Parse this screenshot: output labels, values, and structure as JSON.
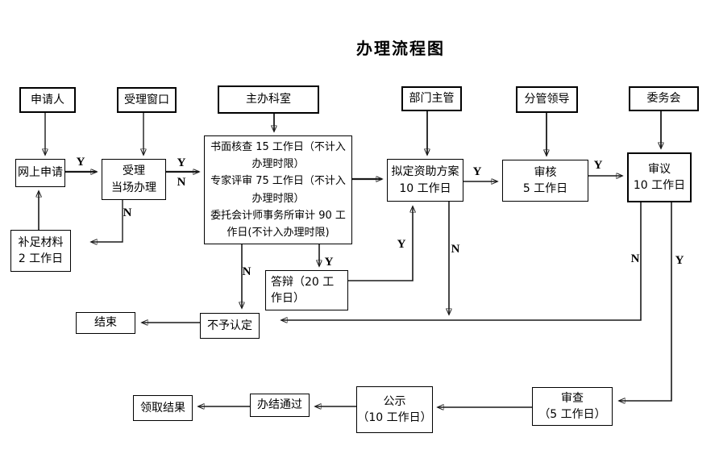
{
  "title": "办理流程图",
  "header": [
    {
      "label": "申请人"
    },
    {
      "label": "受理窗口"
    },
    {
      "label": "主办科室"
    },
    {
      "label": "部门主管"
    },
    {
      "label": "分管领导"
    },
    {
      "label": "委务会"
    }
  ],
  "nodes": {
    "online_application": {
      "label": "网上申请"
    },
    "accept_onsite": {
      "label": "受理\n当场办理"
    },
    "process": {
      "items": [
        "书面核查 15 工作日（不计入办理时限）",
        "专家评审 75 工作日（不计入办理时限）",
        "委托会计师事务所审计 90 工作日(不计入办理时限)"
      ]
    },
    "supplement": {
      "label": "补足材料\n2 工作日"
    },
    "funding_plan": {
      "label": "拟定资助方案\n10 工作日"
    },
    "review": {
      "label": "审核\n5 工作日"
    },
    "deliberation": {
      "label": "审议\n10 工作日"
    },
    "defense": {
      "label": "答辩（20 工作日）"
    },
    "not_recognized": {
      "label": "不予认定"
    },
    "end": {
      "label": "结束"
    },
    "examination": {
      "label": "审查\n（5 工作日）"
    },
    "public_notice": {
      "label": "公示\n（10 工作日）"
    },
    "completed": {
      "label": "办结通过"
    },
    "collect_result": {
      "label": "领取结果"
    }
  },
  "yn": {
    "online_to_accept_y": "Y",
    "accept_to_process_y": "Y",
    "accept_to_process_n": "N",
    "accept_down_n": "N",
    "process_down_n": "N",
    "process_defense_y": "Y",
    "defense_to_plan_y": "Y",
    "plan_to_review_y": "Y",
    "plan_down_n": "N",
    "review_to_deliberation_y": "Y",
    "deliberation_n": "N",
    "deliberation_y": "Y"
  },
  "colors": {
    "line": "#1a1a1a",
    "box_border": "#000000",
    "background": "#ffffff"
  }
}
